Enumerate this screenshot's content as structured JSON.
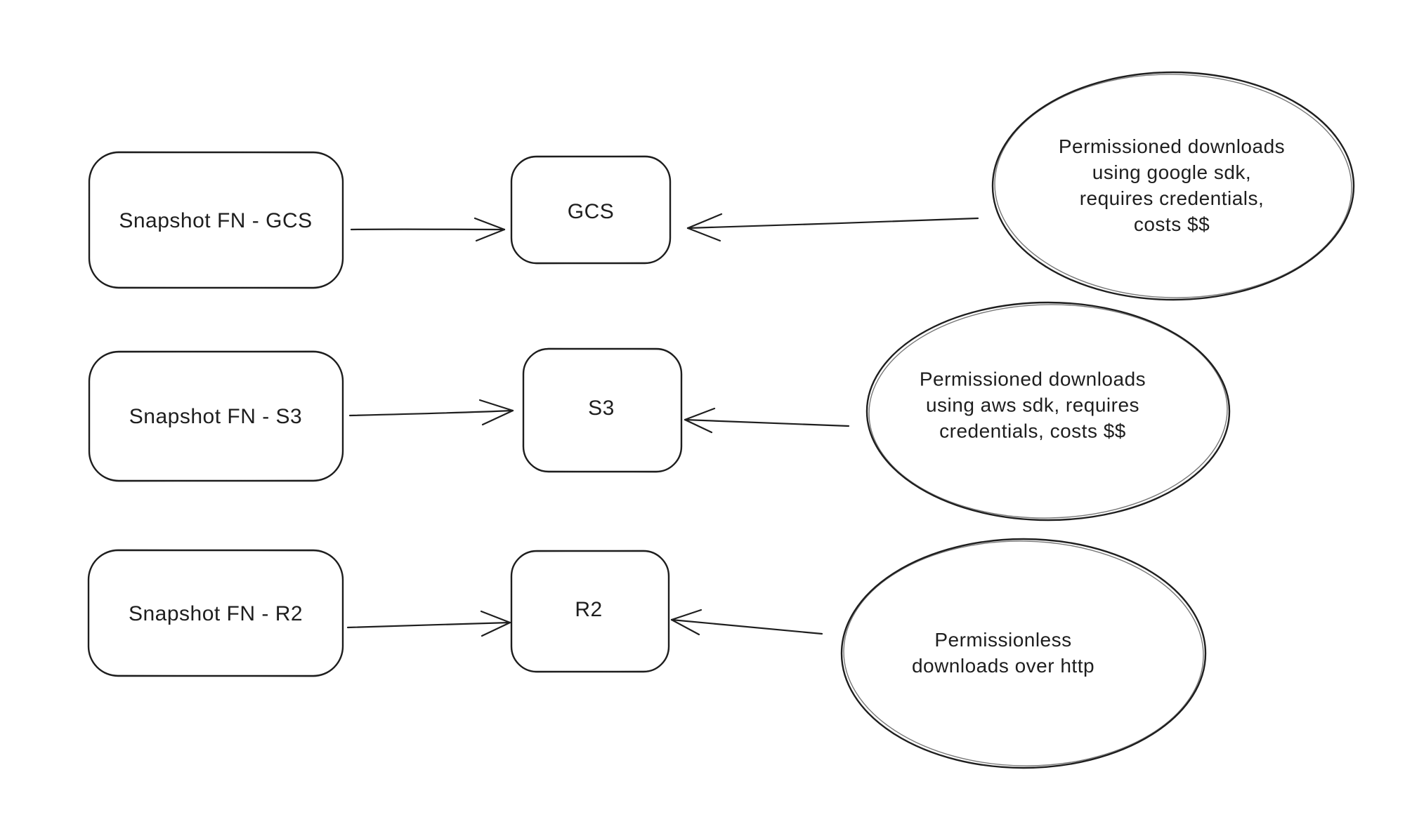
{
  "diagram": {
    "background_color": "#ffffff",
    "stroke_color": "#1e1e1e",
    "style": "hand-drawn sketch (whiteboard)",
    "rows": [
      {
        "id": "gcs",
        "source_label": "Snapshot FN - GCS",
        "target_label": "GCS",
        "note": "Permissioned downloads\nusing google sdk,\nrequires credentials,\ncosts $$"
      },
      {
        "id": "s3",
        "source_label": "Snapshot FN - S3",
        "target_label": "S3",
        "note": "Permissioned downloads\nusing aws sdk, requires\ncredentials, costs $$"
      },
      {
        "id": "r2",
        "source_label": "Snapshot FN - R2",
        "target_label": "R2",
        "note": "Permissionless\ndownloads over http"
      }
    ],
    "connectors": [
      {
        "from": "Snapshot FN - GCS",
        "to": "GCS",
        "direction": "right"
      },
      {
        "from": "Permissioned downloads using google sdk note",
        "to": "GCS",
        "direction": "left"
      },
      {
        "from": "Snapshot FN - S3",
        "to": "S3",
        "direction": "right"
      },
      {
        "from": "Permissioned downloads using aws sdk note",
        "to": "S3",
        "direction": "left"
      },
      {
        "from": "Snapshot FN - R2",
        "to": "R2",
        "direction": "right"
      },
      {
        "from": "Permissionless downloads note",
        "to": "R2",
        "direction": "left"
      }
    ]
  }
}
